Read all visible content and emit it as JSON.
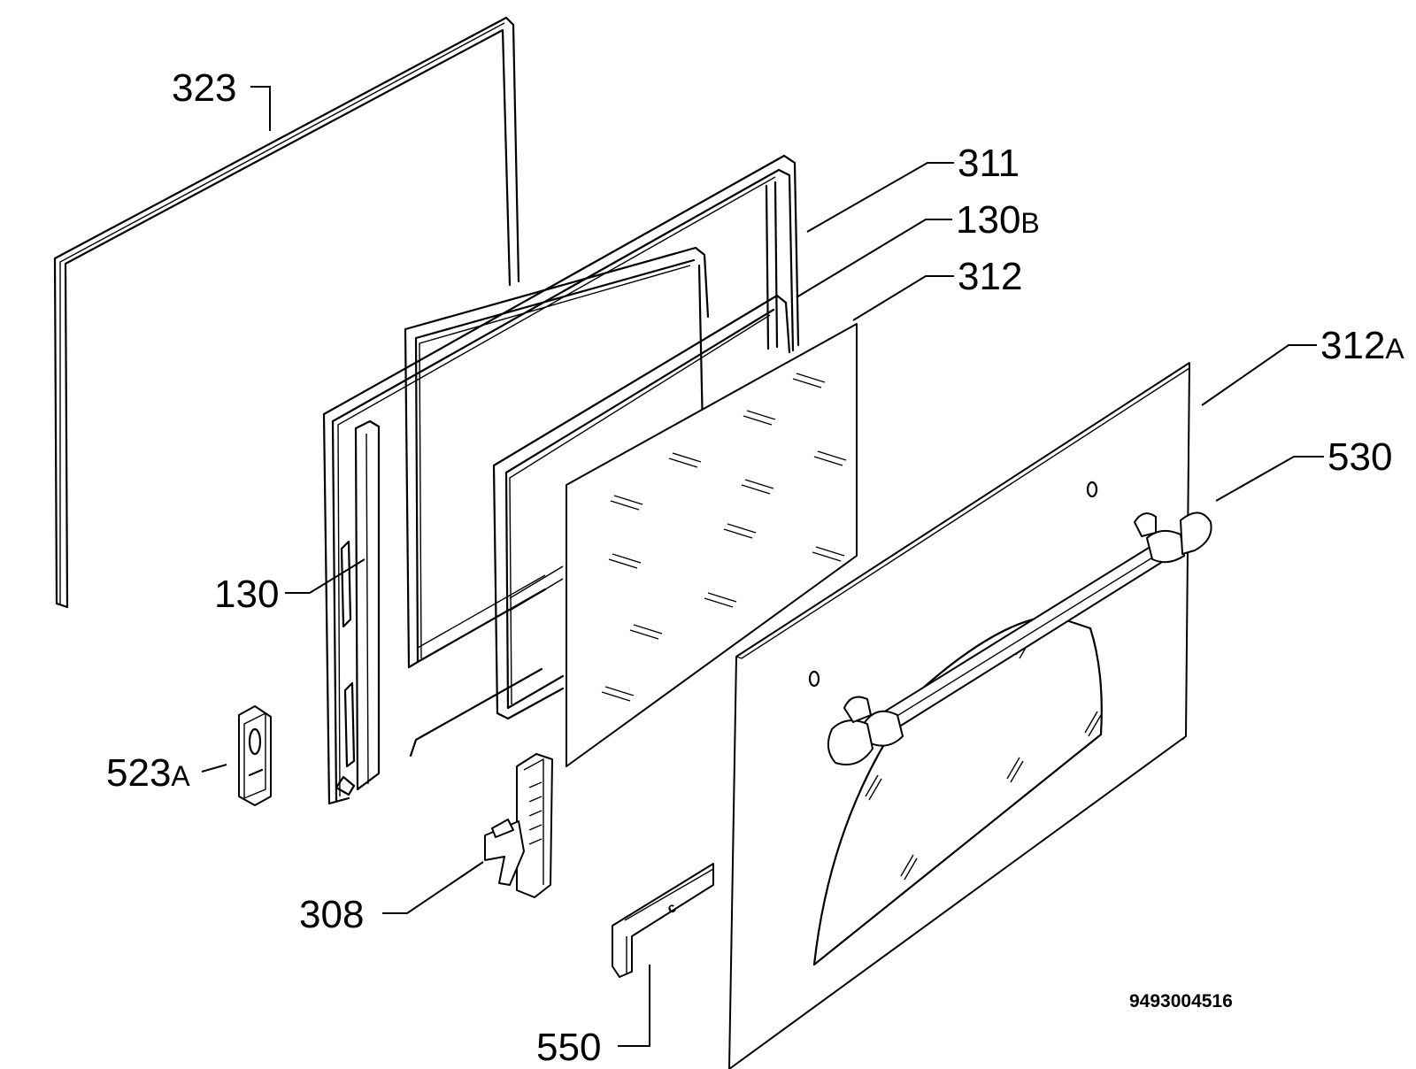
{
  "labels": {
    "l323": "323",
    "l311": "311",
    "l130b_num": "130",
    "l130b_suffix": "B",
    "l312": "312",
    "l312a_num": "312",
    "l312a_suffix": "A",
    "l530": "530",
    "l130": "130",
    "l523a_num": "523",
    "l523a_suffix": "A",
    "l308": "308",
    "l550": "550"
  },
  "drawing_code": "9493004516",
  "clip_letter": "c"
}
